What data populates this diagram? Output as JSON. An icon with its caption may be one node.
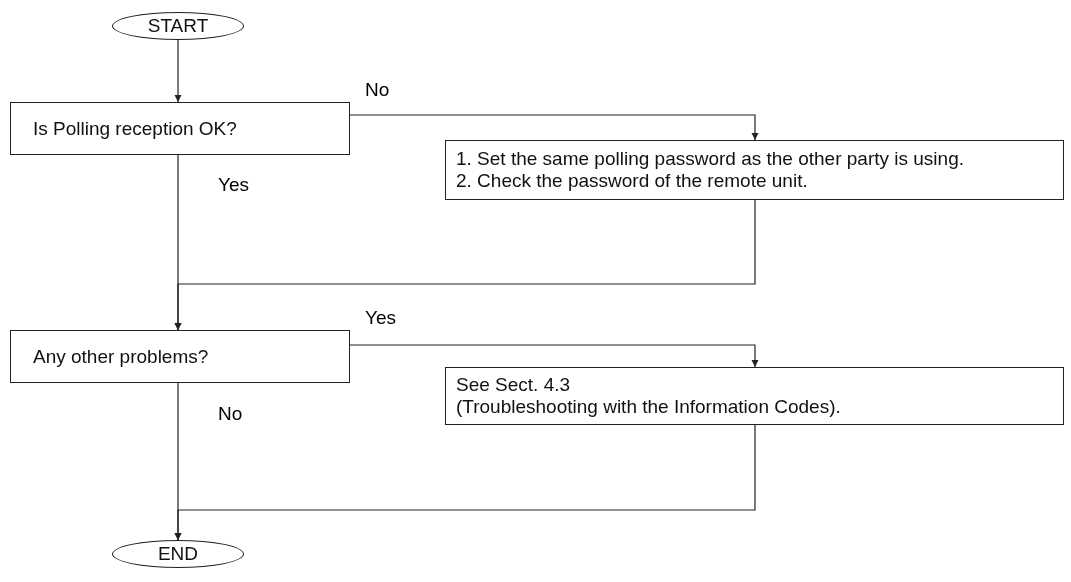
{
  "diagram": {
    "nodes": [
      {
        "text": [
          "START"
        ]
      },
      {
        "text": [
          "Is Polling reception OK?"
        ]
      },
      {
        "text": [
          "1. Set the same polling password as the other party is using.",
          "2. Check the password of the remote unit."
        ]
      },
      {
        "text": [
          "Any other problems?"
        ]
      },
      {
        "text": [
          "See Sect. 4.3",
          "(Troubleshooting with the Information Codes)."
        ]
      },
      {
        "text": [
          "END"
        ]
      }
    ],
    "edges": [
      {
        "from": 0,
        "to": 1,
        "arrow": "to"
      },
      {
        "from": 1,
        "to": 2,
        "arrow": "to",
        "label": "No"
      },
      {
        "from": 1,
        "to": 3,
        "arrow": "to",
        "label": "Yes"
      },
      {
        "from": 2,
        "to": 3,
        "arrow": "to"
      },
      {
        "from": 3,
        "to": 4,
        "arrow": "to",
        "label": "Yes"
      },
      {
        "from": 3,
        "to": 5,
        "arrow": "to",
        "label": "No"
      },
      {
        "from": 4,
        "to": 5,
        "arrow": "to"
      }
    ]
  }
}
